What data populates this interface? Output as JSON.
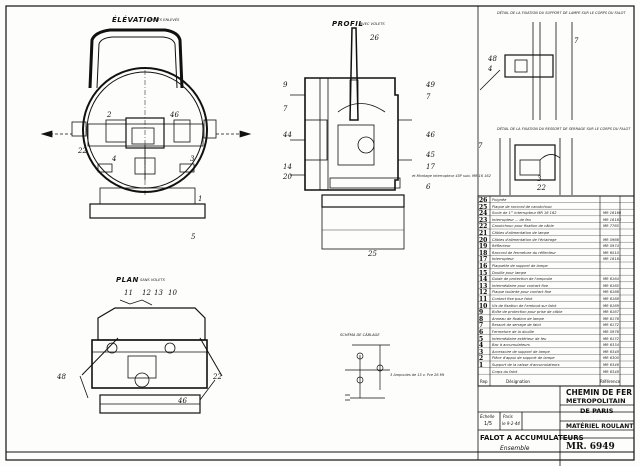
{
  "views": {
    "elevation": {
      "title": "ÉLÉVATION",
      "subtitle": "VOLETS ENLEVÉS"
    },
    "profile": {
      "title": "PROFIL",
      "subtitle": "AVEC VOLETS"
    },
    "plan": {
      "title": "PLAN",
      "subtitle": "SANS VOLETS"
    },
    "wiring": {
      "title": "SCHÉMA DE CÂBLAGE"
    }
  },
  "callouts": {
    "elevation": [
      "2",
      "46",
      "3",
      "4",
      "22",
      "1",
      "5"
    ],
    "profile": [
      "26",
      "9",
      "7",
      "44",
      "14",
      "20",
      "49",
      "7",
      "46",
      "45",
      "17",
      "6",
      "25"
    ],
    "plan": [
      "11",
      "12",
      "13",
      "10",
      "48",
      "22",
      "46"
    ],
    "details": [
      "7",
      "48",
      "4",
      "7",
      "22",
      "3"
    ]
  },
  "notes": {
    "interrupteur": "et Montage interrupteur 45P suiv. MR 16 162",
    "detail_top": "DÉTAIL DE LA FIXATION DU SUPPORT DE LAMPE SUR LE CORPS DU FALOT",
    "detail_mid": "DÉTAIL DE LA FIXATION DU RESSORT DE SERRAGE SUR LE CORPS DU FALOT",
    "wiring_note": "3 Ampoules de 15 v. Pce 26 Mt"
  },
  "parts": [
    {
      "n": "26",
      "d": "Poignée",
      "r": ""
    },
    {
      "n": "25",
      "d": "Plaque de raccord de caoutchouc",
      "r": ""
    },
    {
      "n": "24",
      "d": "Socle de 1ʳᵉ interrupteur MR 16 162",
      "r": "MR 16160"
    },
    {
      "n": "23",
      "d": "Interrupteur ... de feu",
      "r": "MR 16163"
    },
    {
      "n": "22",
      "d": "Caoutchouc pour fixation de câble",
      "r": "MR 7765"
    },
    {
      "n": "21",
      "d": "Câbles d'alimentation de lampe",
      "r": ""
    },
    {
      "n": "20",
      "d": "Câbles d'alimentation de l'éclairage",
      "r": "MR 5966"
    },
    {
      "n": "19",
      "d": "Réflecteur",
      "r": "MR 5974"
    },
    {
      "n": "18",
      "d": "Raccord de fermeture du réflecteur",
      "r": "MR 6510"
    },
    {
      "n": "17",
      "d": "Interrupteur",
      "r": "MR 16161"
    },
    {
      "n": "16",
      "d": "Plaquette de support de lampe",
      "r": ""
    },
    {
      "n": "15",
      "d": "Douille pour lampe",
      "r": ""
    },
    {
      "n": "14",
      "d": "Guide de protection de l'ampoule",
      "r": "MR 6164"
    },
    {
      "n": "13",
      "d": "Intermédiaire pour contact fixe",
      "r": "MR 6165"
    },
    {
      "n": "12",
      "d": "Plaque isolante pour contact fixe",
      "r": "MR 6166"
    },
    {
      "n": "11",
      "d": "Contact fixe pour falot",
      "r": "MR 6168"
    },
    {
      "n": "10",
      "d": "Vis de fixation de l'embout sur falot",
      "r": "MR 6169"
    },
    {
      "n": "9",
      "d": "Boîte de protection pour prise de câble",
      "r": "MR 6167"
    },
    {
      "n": "8",
      "d": "Anneau de fixation de lampe",
      "r": "MR 6176"
    },
    {
      "n": "7",
      "d": "Ressort de serrage de falot",
      "r": "MR 6172"
    },
    {
      "n": "6",
      "d": "Fermeture de la douille",
      "r": "MR 5976"
    },
    {
      "n": "5",
      "d": "Intermédiaire extérieur de feu",
      "r": "MR 6172"
    },
    {
      "n": "4",
      "d": "Bac à accumulateurs",
      "r": "MR 6334"
    },
    {
      "n": "3",
      "d": "Accessoire de support de lampe",
      "r": "MR 6348"
    },
    {
      "n": "2",
      "d": "Pièce d'appui de support de lampe",
      "r": "MR 6300"
    },
    {
      "n": "1",
      "d": "Support de la caisse d'accumulateurs",
      "r": "MR 6346"
    },
    {
      "n": "",
      "d": "Corps du falot",
      "r": "MR 6348"
    }
  ],
  "table_header": {
    "rep": "Rep",
    "designation": "Désignation",
    "ref": "Référence"
  },
  "title_block": {
    "company_1": "CHEMIN DE FER",
    "company_2": "METROPOLITAIN",
    "company_3": "DE PARIS",
    "department": "MATÉRIEL ROULANT",
    "drawing_title": "FALOT A ACCUMULATEURS",
    "subtitle": "Ensemble",
    "scale_label": "Échelle",
    "scale": "1/5",
    "date_label": "Paris",
    "date": "le 9-2-44",
    "drawing_number": "MR. 6949"
  }
}
